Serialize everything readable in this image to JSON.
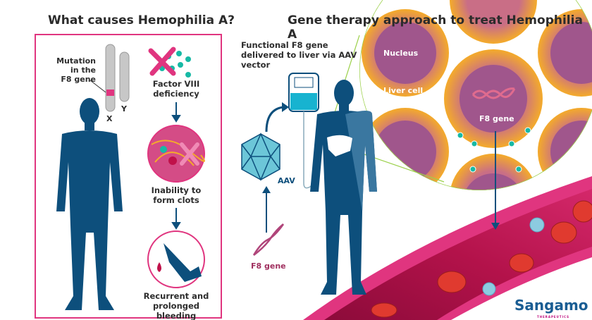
{
  "left_panel": {
    "title": "What causes Hemophilia A?",
    "mutation_label": "Mutation\nin the\nF8 gene",
    "chromosome_x": "X",
    "chromosome_y": "Y",
    "step1": "Factor VIII\ndeficiency",
    "step2": "Inability to\nform clots",
    "step3": "Recurrent and\nprolonged bleeding"
  },
  "right_panel": {
    "title": "Gene therapy approach to treat Hemophilia A",
    "delivery_label": "Functional F8 gene\ndelivered to liver via AAV\nvector",
    "aav_label": "AAV",
    "f8_gene_label": "F8 gene",
    "nucleus_label": "Nucleus",
    "liver_cell_label": "Liver cell",
    "cell_f8_gene_label": "F8 gene"
  },
  "logo": {
    "text": "Sangamo",
    "subtext": "THERAPEUTICS"
  },
  "colors": {
    "navy": "#0d4f7c",
    "magenta": "#e0357f",
    "teal": "#17b9a5",
    "orange": "#f4ab2a",
    "nucleus": "#a0568c",
    "blood": "#c0114a",
    "lime": "#9bd04a"
  }
}
